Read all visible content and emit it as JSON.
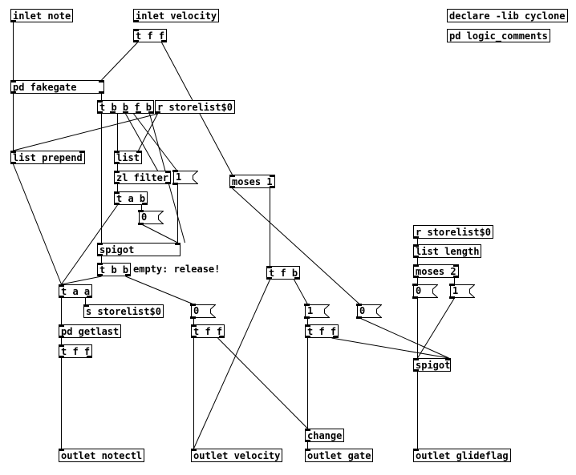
{
  "patch": {
    "objects": {
      "inlet_note": "inlet note",
      "inlet_velocity": "inlet velocity",
      "declare_lib": "declare -lib cyclone",
      "pd_logic_comments": "pd logic_comments",
      "t_f_f_top": "t f f",
      "pd_fakegate": "pd fakegate",
      "t_b_b_f_b": "t b b f b",
      "r_storelist_1": "r storelist$0",
      "list_prepend": "list prepend",
      "list": "list",
      "zl_filter": "zl filter",
      "moses_1": "moses 1",
      "t_a_b": "t a b",
      "spigot_1": "spigot",
      "t_b_b": "t b b",
      "r_storelist_2": "r storelist$0",
      "list_length": "list length",
      "moses_2": "moses 2",
      "t_f_b": "t f b",
      "t_a_a": "t a a",
      "s_storelist": "s storelist$0",
      "pd_getlast": "pd getlast",
      "t_f_f_a": "t f f",
      "t_f_f_b": "t f f",
      "t_f_f_c": "t f f",
      "spigot_2": "spigot",
      "change": "change",
      "outlet_notectl": "outlet notectl",
      "outlet_velocity": "outlet velocity",
      "outlet_gate": "outlet gate",
      "outlet_glideflag": "outlet glideflag"
    },
    "messages": {
      "msg_1_top": "1",
      "msg_0_a": "0",
      "msg_0_b": "0",
      "msg_1_b": "1",
      "msg_0_c": "0",
      "msg_0_d": "0",
      "msg_1_c": "1"
    },
    "comments": {
      "empty_release": "empty: release!"
    }
  }
}
